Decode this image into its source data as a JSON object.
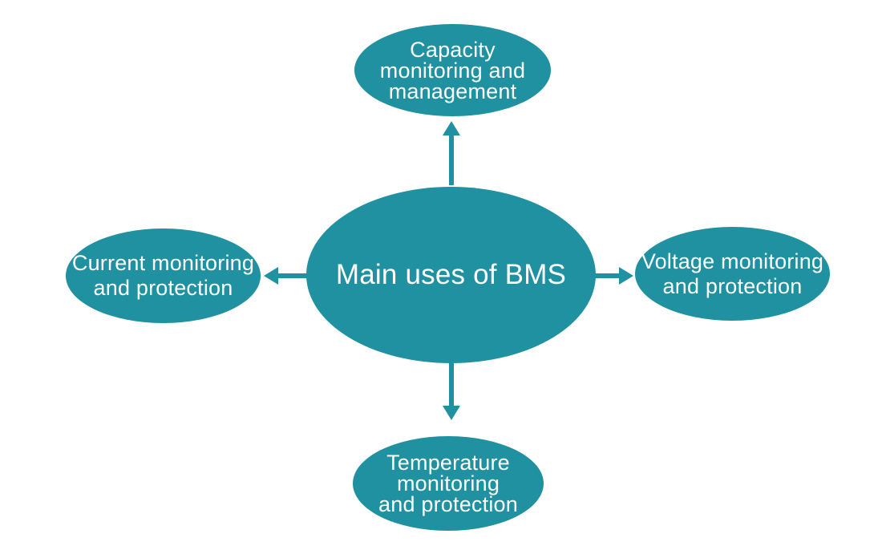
{
  "diagram": {
    "colors": {
      "accent": "#1f91a1",
      "label_text": "#ffffff",
      "background": "#ffffff"
    },
    "center": {
      "label": "Main uses of BMS"
    },
    "nodes": {
      "top": {
        "lines": [
          "Capacity",
          "monitoring and",
          "management"
        ]
      },
      "left": {
        "lines": [
          "Current monitoring",
          "and protection"
        ]
      },
      "right": {
        "lines": [
          "Voltage monitoring",
          "and protection"
        ]
      },
      "bottom": {
        "lines": [
          "Temperature",
          "monitoring",
          "and protection"
        ]
      }
    },
    "connectors": [
      {
        "from": "center",
        "to": "top",
        "direction": "up"
      },
      {
        "from": "center",
        "to": "left",
        "direction": "left"
      },
      {
        "from": "center",
        "to": "right",
        "direction": "right"
      },
      {
        "from": "center",
        "to": "bottom",
        "direction": "down"
      }
    ]
  }
}
